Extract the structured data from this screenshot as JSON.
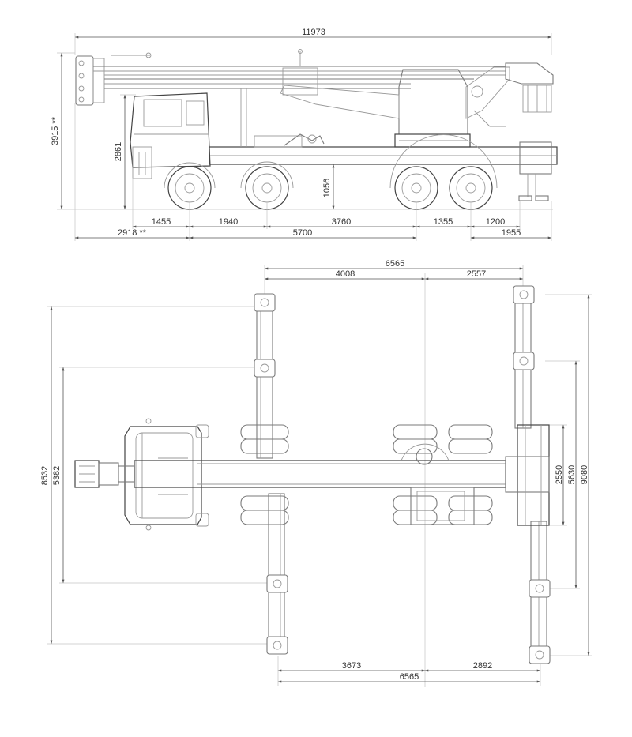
{
  "side_view": {
    "overall_length": "11973",
    "overall_height": "3915 **",
    "cab_height": "2861",
    "frame_height": "1056",
    "row1": [
      "1455",
      "1940",
      "3760",
      "1355",
      "1200"
    ],
    "row2": [
      "2918 **",
      "5700",
      "1955"
    ]
  },
  "top_view": {
    "outrigger_span_top": "6565",
    "front_to_center_top": "4008",
    "center_to_rear_top": "2557",
    "outrigger_width_full": "8532",
    "outrigger_width_half": "5382",
    "rear_width_inner": "2550",
    "rear_width_mid": "5630",
    "rear_width_full": "9080",
    "front_to_center_bottom": "3673",
    "center_to_rear_bottom": "2892",
    "outrigger_span_bottom": "6565"
  },
  "colors": {
    "line": "#9a9a9a",
    "dimension": "#555555",
    "text": "#333333"
  }
}
